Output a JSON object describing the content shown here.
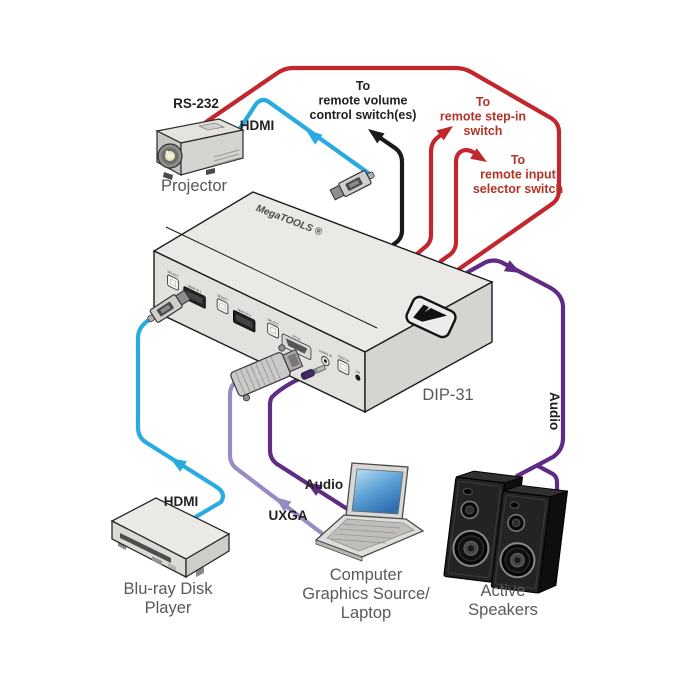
{
  "colors": {
    "hdmi_cable": "#29abe2",
    "rs232_remote_cable": "#c1272d",
    "volume_cable": "#1a1a1a",
    "vga_cable": "#9b8bc4",
    "audio_cable": "#5f2b85",
    "annotation_red": "#b23429",
    "annotation_black": "#231f20",
    "device_label_gray": "#58595b"
  },
  "cable_labels": {
    "rs232": "RS-232",
    "hdmi_projector": "HDMI",
    "hdmi_bluray": "HDMI",
    "uxga": "UXGA",
    "audio_laptop": "Audio",
    "audio_speakers": "Audio"
  },
  "annotations": {
    "remote_volume": [
      "To",
      "remote volume",
      "control switch(es)"
    ],
    "remote_step_in": [
      "To",
      "remote step-in",
      "switch"
    ],
    "remote_input_selector": [
      "To",
      "remote input",
      "selector switch"
    ]
  },
  "devices": {
    "projector": {
      "label": "Projector"
    },
    "switcher": {
      "model": "DIP-31",
      "brand": "MegaTOOLS ®",
      "panel": {
        "select": "SELECT",
        "hdmi_in_1": "HDMI IN 1",
        "hdmi_in_2": "HDMI IN 2",
        "pc_in": "PC IN",
        "audio_in": "AUDIO IN",
        "step_in": "STEP-IN",
        "on": "ON"
      }
    },
    "bluray": {
      "label_lines": [
        "Blu-ray Disk",
        "Player"
      ]
    },
    "computer": {
      "label_lines": [
        "Computer",
        "Graphics Source/",
        "Laptop"
      ]
    },
    "speakers": {
      "label_lines": [
        "Active",
        "Speakers"
      ]
    }
  }
}
